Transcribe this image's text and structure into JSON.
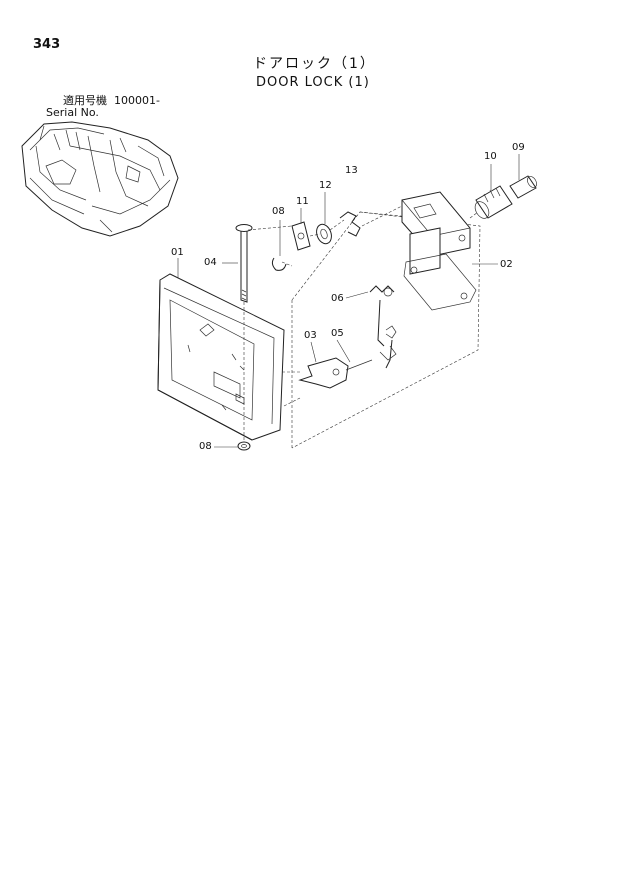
{
  "page_number": "343",
  "title_jp": "ドアロック（1）",
  "title_en": "DOOR LOCK (1)",
  "serial": {
    "label_jp": "適用号機",
    "range": "100001-",
    "label_en": "Serial No."
  },
  "callouts": {
    "c13": "13",
    "c10": "10",
    "c09": "09",
    "c12": "12",
    "c11": "11",
    "c08a": "08",
    "c01": "01",
    "c04": "04",
    "c02": "02",
    "c06": "06",
    "c03": "03",
    "c05": "05",
    "c08b": "08"
  }
}
